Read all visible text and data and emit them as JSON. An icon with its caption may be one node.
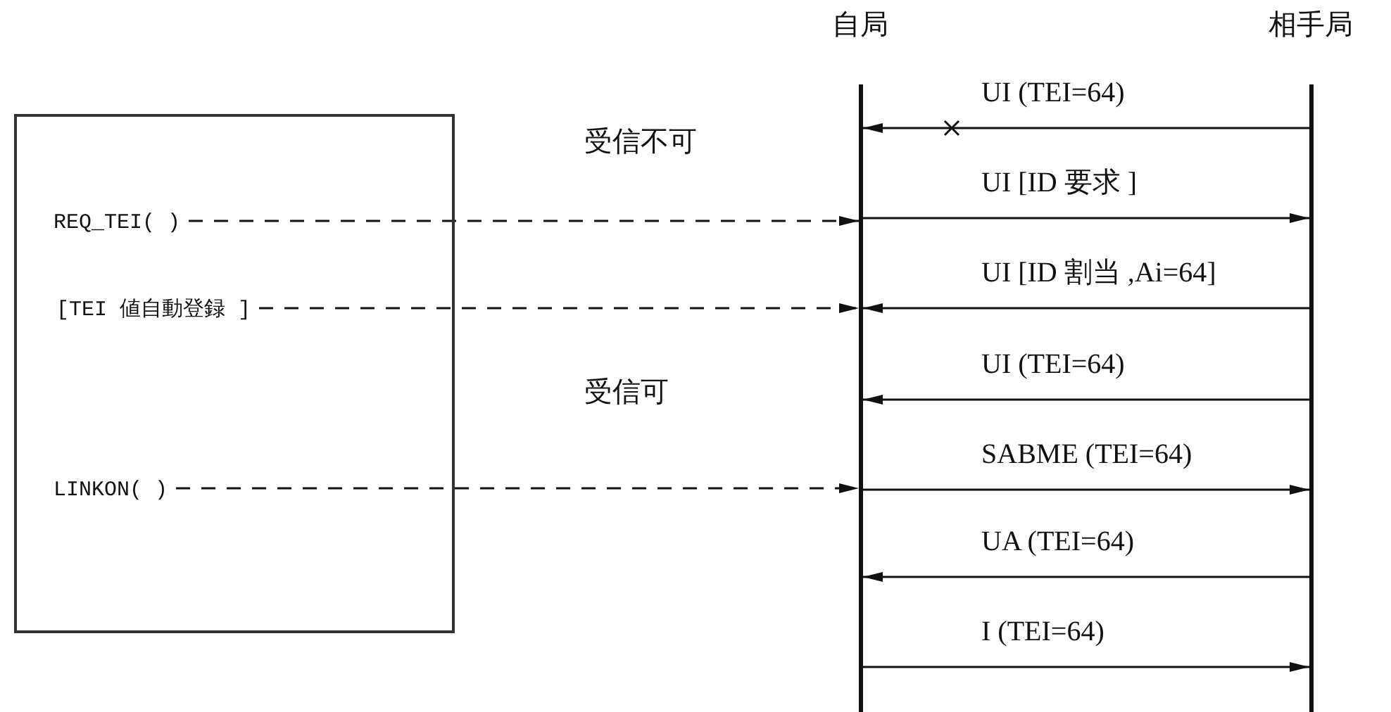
{
  "diagram": {
    "nodes": [
      {
        "text": [],
        "shape": "box"
      },
      {
        "text": [
          "REQ_TEI( )"
        ],
        "in": 0
      },
      {
        "text": [
          "[TEI 値自動登録 ]"
        ],
        "in": 0
      },
      {
        "text": [
          "LINKON( )"
        ],
        "in": 0
      },
      {
        "text": [
          "自局"
        ]
      },
      {
        "text": [
          "相手局"
        ]
      }
    ],
    "edges": [
      {
        "from": 5,
        "to": 4,
        "arrow": "to",
        "label": "UI (TEI=64)"
      },
      {
        "from": 4,
        "to": 5,
        "arrow": "to",
        "label": "UI [ID 要求 ]"
      },
      {
        "from": 5,
        "to": 4,
        "arrow": "to",
        "label": "UI [ID 割当 ,Ai=64]"
      },
      {
        "from": 5,
        "to": 4,
        "arrow": "to",
        "label": "UI (TEI=64)"
      },
      {
        "from": 4,
        "to": 5,
        "arrow": "to",
        "label": "SABME (TEI=64)"
      },
      {
        "from": 5,
        "to": 4,
        "arrow": "to",
        "label": "UA (TEI=64)"
      },
      {
        "from": 4,
        "to": 5,
        "arrow": "to",
        "label": "I (TEI=64)"
      },
      {
        "from": 1,
        "to": 4,
        "arrow": "to",
        "style": "dashed"
      },
      {
        "from": 2,
        "to": 4,
        "arrow": "to",
        "style": "dashed"
      },
      {
        "from": 3,
        "to": 4,
        "arrow": "to",
        "style": "dashed"
      }
    ],
    "labels": [
      "受信不可",
      "受信可"
    ]
  }
}
